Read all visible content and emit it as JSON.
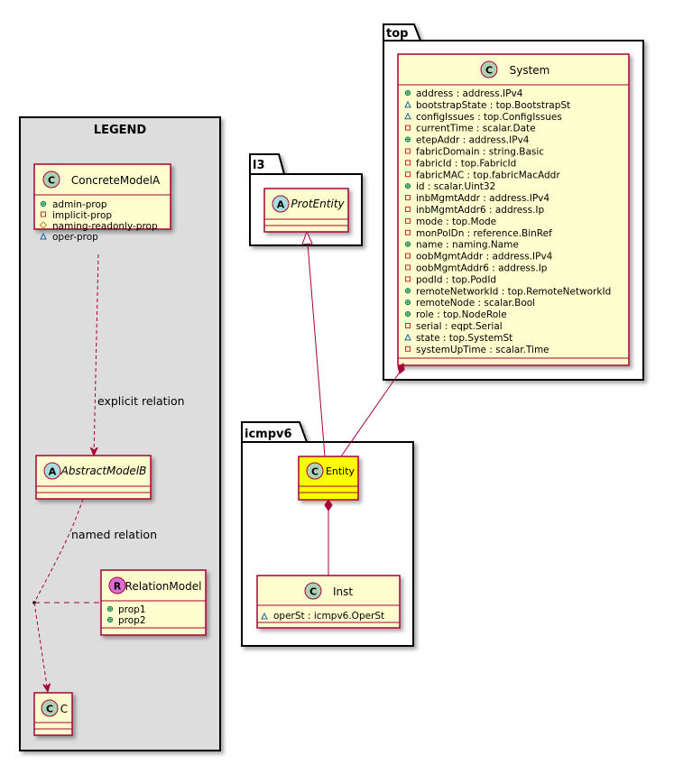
{
  "legend": {
    "title": "LEGEND",
    "concrete": {
      "stereotype": "C",
      "name": "ConcreteModelA",
      "attrs": [
        {
          "vis": "+",
          "text": "admin-prop"
        },
        {
          "vis": "-",
          "text": "implicit-prop"
        },
        {
          "vis": "#",
          "text": "naming-readonly-prop"
        },
        {
          "vis": "~",
          "text": "oper-prop"
        }
      ]
    },
    "abstract": {
      "stereotype": "A",
      "name": "AbstractModelB"
    },
    "relation": {
      "stereotype": "R",
      "name": "RelationModel",
      "attrs": [
        {
          "vis": "+",
          "text": "prop1"
        },
        {
          "vis": "+",
          "text": "prop2"
        }
      ]
    },
    "c": {
      "stereotype": "C",
      "name": "C"
    },
    "explicit_label": "explicit relation",
    "named_label": "named relation"
  },
  "l3": {
    "tab": "l3",
    "prot_entity": {
      "stereotype": "A",
      "name": "ProtEntity"
    }
  },
  "top": {
    "tab": "top",
    "system": {
      "stereotype": "C",
      "name": "System",
      "attrs": [
        {
          "vis": "+",
          "text": "address : address.IPv4"
        },
        {
          "vis": "~",
          "text": "bootstrapState : top.BootstrapSt"
        },
        {
          "vis": "~",
          "text": "configIssues : top.ConfigIssues"
        },
        {
          "vis": "-",
          "text": "currentTime : scalar.Date"
        },
        {
          "vis": "+",
          "text": "etepAddr : address.IPv4"
        },
        {
          "vis": "-",
          "text": "fabricDomain : string.Basic"
        },
        {
          "vis": "-",
          "text": "fabricId : top.FabricId"
        },
        {
          "vis": "-",
          "text": "fabricMAC : top.fabricMacAddr"
        },
        {
          "vis": "+",
          "text": "id : scalar.Uint32"
        },
        {
          "vis": "-",
          "text": "inbMgmtAddr : address.IPv4"
        },
        {
          "vis": "-",
          "text": "inbMgmtAddr6 : address.Ip"
        },
        {
          "vis": "-",
          "text": "mode : top.Mode"
        },
        {
          "vis": "-",
          "text": "monPolDn : reference.BinRef"
        },
        {
          "vis": "+",
          "text": "name : naming.Name"
        },
        {
          "vis": "-",
          "text": "oobMgmtAddr : address.IPv4"
        },
        {
          "vis": "-",
          "text": "oobMgmtAddr6 : address.Ip"
        },
        {
          "vis": "-",
          "text": "podId : top.PodId"
        },
        {
          "vis": "+",
          "text": "remoteNetworkId : top.RemoteNetworkId"
        },
        {
          "vis": "+",
          "text": "remoteNode : scalar.Bool"
        },
        {
          "vis": "+",
          "text": "role : top.NodeRole"
        },
        {
          "vis": "-",
          "text": "serial : eqpt.Serial"
        },
        {
          "vis": "~",
          "text": "state : top.SystemSt"
        },
        {
          "vis": "-",
          "text": "systemUpTime : scalar.Time"
        }
      ]
    }
  },
  "icmpv6": {
    "tab": "icmpv6",
    "entity": {
      "stereotype": "C",
      "name": "Entity"
    },
    "inst": {
      "stereotype": "C",
      "name": "Inst",
      "attrs": [
        {
          "vis": "~",
          "text": "operSt : icmpv6.OperSt"
        }
      ]
    }
  },
  "colors": {
    "class_fill": "#FEFECE",
    "class_border": "#A80036",
    "highlight_fill": "#FFFF00",
    "legend_fill": "#DDDDDD",
    "stereo_c": "#ADD1B2",
    "stereo_a": "#A9DCDF",
    "stereo_r": "#DA70D6"
  }
}
